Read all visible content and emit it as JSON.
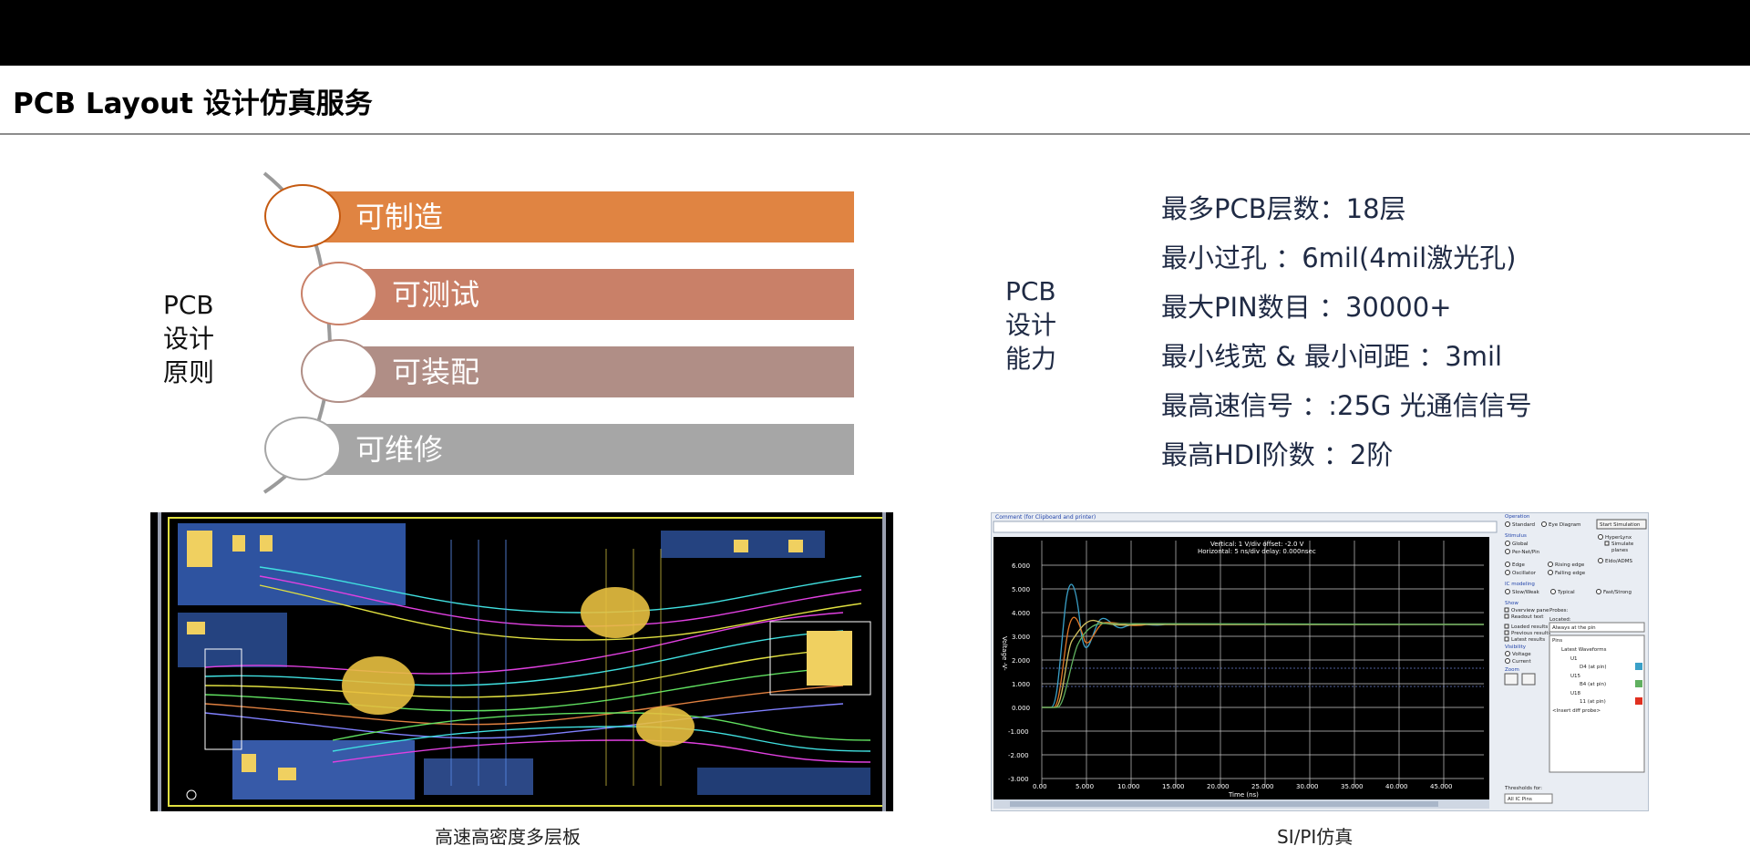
{
  "page": {
    "title": "PCB Layout 设计仿真服务"
  },
  "principles": {
    "label_lines": [
      "PCB",
      "设计",
      "原则"
    ],
    "items": [
      {
        "label": "可制造",
        "color": "#e08442"
      },
      {
        "label": "可测试",
        "color": "#c98068"
      },
      {
        "label": "可装配",
        "color": "#b08e86"
      },
      {
        "label": "可维修",
        "color": "#a6a6a6"
      }
    ]
  },
  "capabilities": {
    "label_lines": [
      "PCB",
      "设计",
      "能力"
    ],
    "items": [
      "最多PCB层数：18层",
      "最小过孔 ：6mil(4mil激光孔)",
      "最大PIN数目 ：30000+",
      "最小线宽 & 最小间距 ：3mil",
      "最高速信号 ：:25G 光通信信号",
      "最高HDI阶数 ：2阶"
    ]
  },
  "images": {
    "pcb_caption": "高速高密度多层板",
    "sim_caption": "SI/PI仿真"
  },
  "sim": {
    "comment_label": "Comment (for Clipboard and printer)",
    "plot_header_1": "Vertical: 1 V/div  offset: -2.0 V",
    "plot_header_2": "Horizontal: 5 ns/div  delay: 0.000nsec",
    "y_axis_label": "Voltage -V-",
    "x_axis_label": "Time (ns)",
    "y_ticks": [
      "6.000",
      "5.000",
      "4.000",
      "3.000",
      "2.000",
      "1.000",
      "0.000",
      "-1.000",
      "-2.000",
      "-3.000"
    ],
    "x_ticks": [
      "0.00",
      "5.000",
      "10.000",
      "15.000",
      "20.000",
      "25.000",
      "30.000",
      "35.000",
      "40.000",
      "45.000"
    ],
    "panel": {
      "operation": "Operation",
      "standard": "Standard",
      "eye_diagram": "Eye Diagram",
      "start_simulation": "Start Simulation",
      "stimulus": "Stimulus",
      "global": "Global",
      "per_net": "Per-Net/Pin",
      "edge": "Edge",
      "oscillator": "Oscillator",
      "rising_edge": "Rising edge",
      "falling_edge": "Falling edge",
      "hyperlynx": "HyperLynx",
      "simulate": "Simulate",
      "planes": "planes",
      "eldo": "Eldo/ADMS",
      "ic_modeling": "IC modeling",
      "slow_weak": "Slow/Weak",
      "typical": "Typical",
      "fast_strong": "Fast/Strong",
      "show": "Show",
      "overview_pane": "Overview pane",
      "readout_text": "Readout text",
      "loaded_results": "Loaded results",
      "previous_results": "Previous results",
      "latest_results": "Latest results",
      "probes": "Probes:",
      "located": "Located:",
      "always_at_pin": "Always at the pin",
      "pins": "Pins",
      "latest_waveforms": "Latest Waveforms",
      "visibility": "Visibility",
      "voltage": "Voltage",
      "current": "Current",
      "zoom": "Zoom",
      "u1": "U1",
      "d4": "D4 (at pin)",
      "u15": "U15",
      "b4": "B4 (at pin)",
      "u18": "U18",
      "pin11": "11 (at pin)",
      "insert_probe": "<Insert diff probe>",
      "thresholds": "Thresholds for:",
      "all_ic_pins": "All IC Pins"
    },
    "colors": {
      "grid": "#c8c8c8",
      "wave1": "#3aa0c8",
      "wave2": "#e07828",
      "wave3": "#d0c060",
      "wave4": "#60b060"
    }
  }
}
